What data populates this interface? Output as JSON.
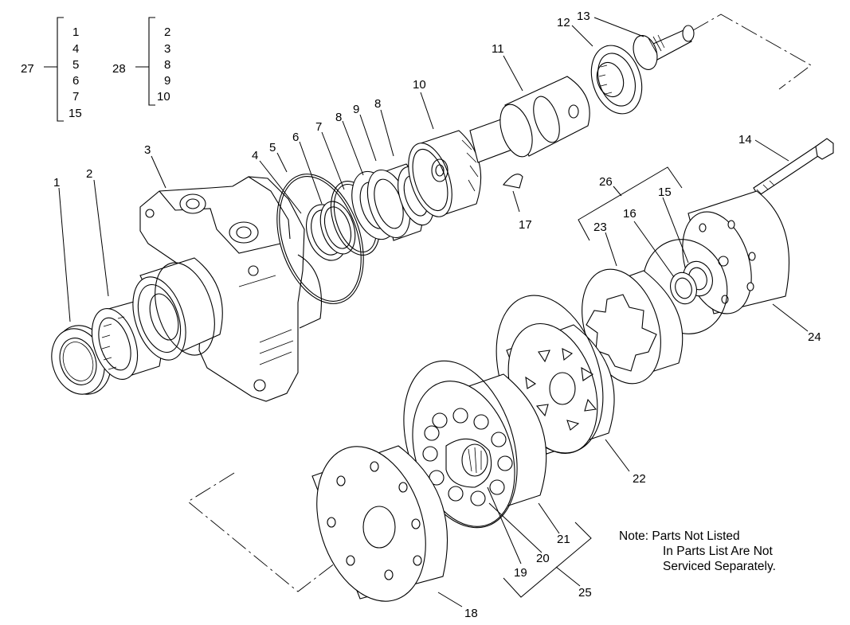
{
  "kits": [
    {
      "number": "27",
      "items": [
        "1",
        "4",
        "5",
        "6",
        "7",
        "15"
      ]
    },
    {
      "number": "28",
      "items": [
        "2",
        "3",
        "8",
        "9",
        "10"
      ]
    }
  ],
  "callouts": [
    "1",
    "2",
    "3",
    "4",
    "5",
    "6",
    "7",
    "8",
    "9",
    "8",
    "10",
    "11",
    "12",
    "13",
    "14",
    "26",
    "15",
    "16",
    "23",
    "17",
    "24",
    "22",
    "21",
    "20",
    "19",
    "25",
    "18"
  ],
  "note": {
    "line1": "Note:  Parts Not Listed",
    "line2": "In Parts List Are Not",
    "line3": "Serviced Separately."
  }
}
